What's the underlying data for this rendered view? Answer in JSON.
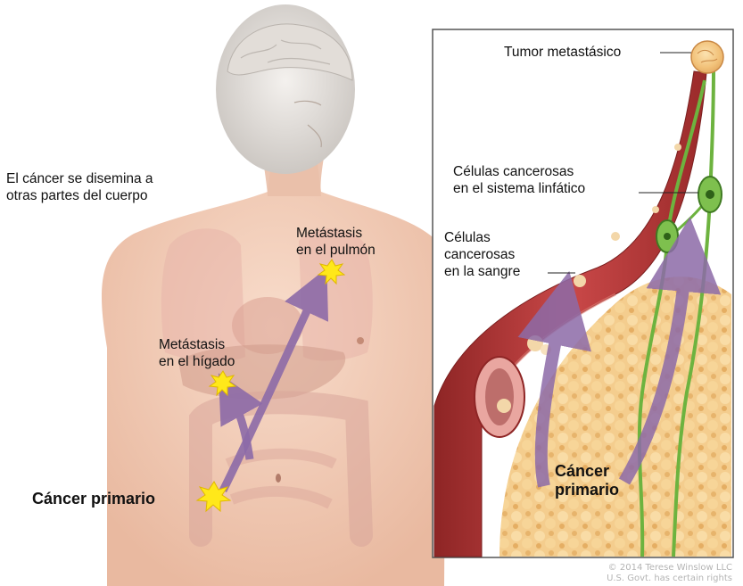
{
  "figure": {
    "caption": [
      "El cáncer se disemina a",
      "otras partes del cuerpo"
    ],
    "body_labels": {
      "lung": [
        "Metástasis",
        "en el pulmón"
      ],
      "liver": [
        "Metástasis",
        "en el hígado"
      ],
      "primary": "Cáncer primario"
    },
    "inset_labels": {
      "metastatic_tumor": "Tumor metastásico",
      "lymph": [
        "Células cancerosas",
        "en el sistema linfático"
      ],
      "blood": [
        "Células",
        "cancerosas",
        "en la sangre"
      ],
      "primary": [
        "Cáncer",
        "primario"
      ]
    },
    "credit": [
      "© 2014 Terese Winslow LLC",
      "U.S. Govt. has certain rights"
    ]
  },
  "colors": {
    "skin": "#f2cdb8",
    "arrow": "#8d6ba8",
    "vessel": "#b23a3a",
    "lymph": "#6db33f",
    "tumor": "#f2c27a",
    "starburst": "#ffe81a"
  }
}
